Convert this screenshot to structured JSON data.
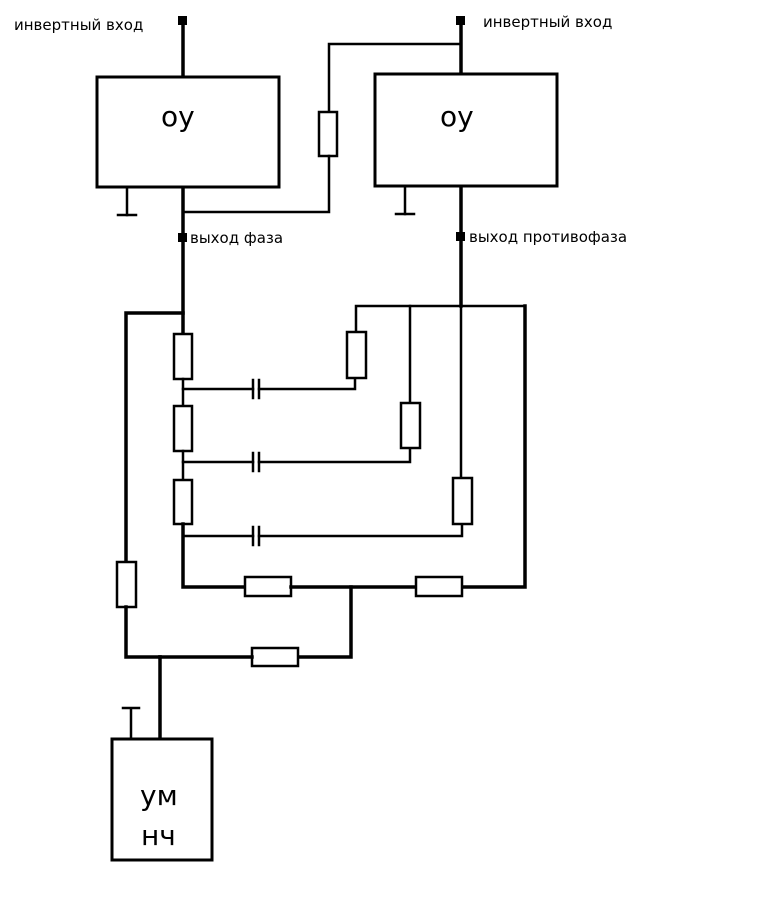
{
  "labels": {
    "input_left": "инвертный вход",
    "input_right": "инвертный вход",
    "out_phase": "выход фаза",
    "out_antiphase": "выход противофаза"
  },
  "blocks": {
    "opamp_left": "оу",
    "opamp_right": "оу",
    "amp_line1": "ум",
    "amp_line2": "нч"
  }
}
